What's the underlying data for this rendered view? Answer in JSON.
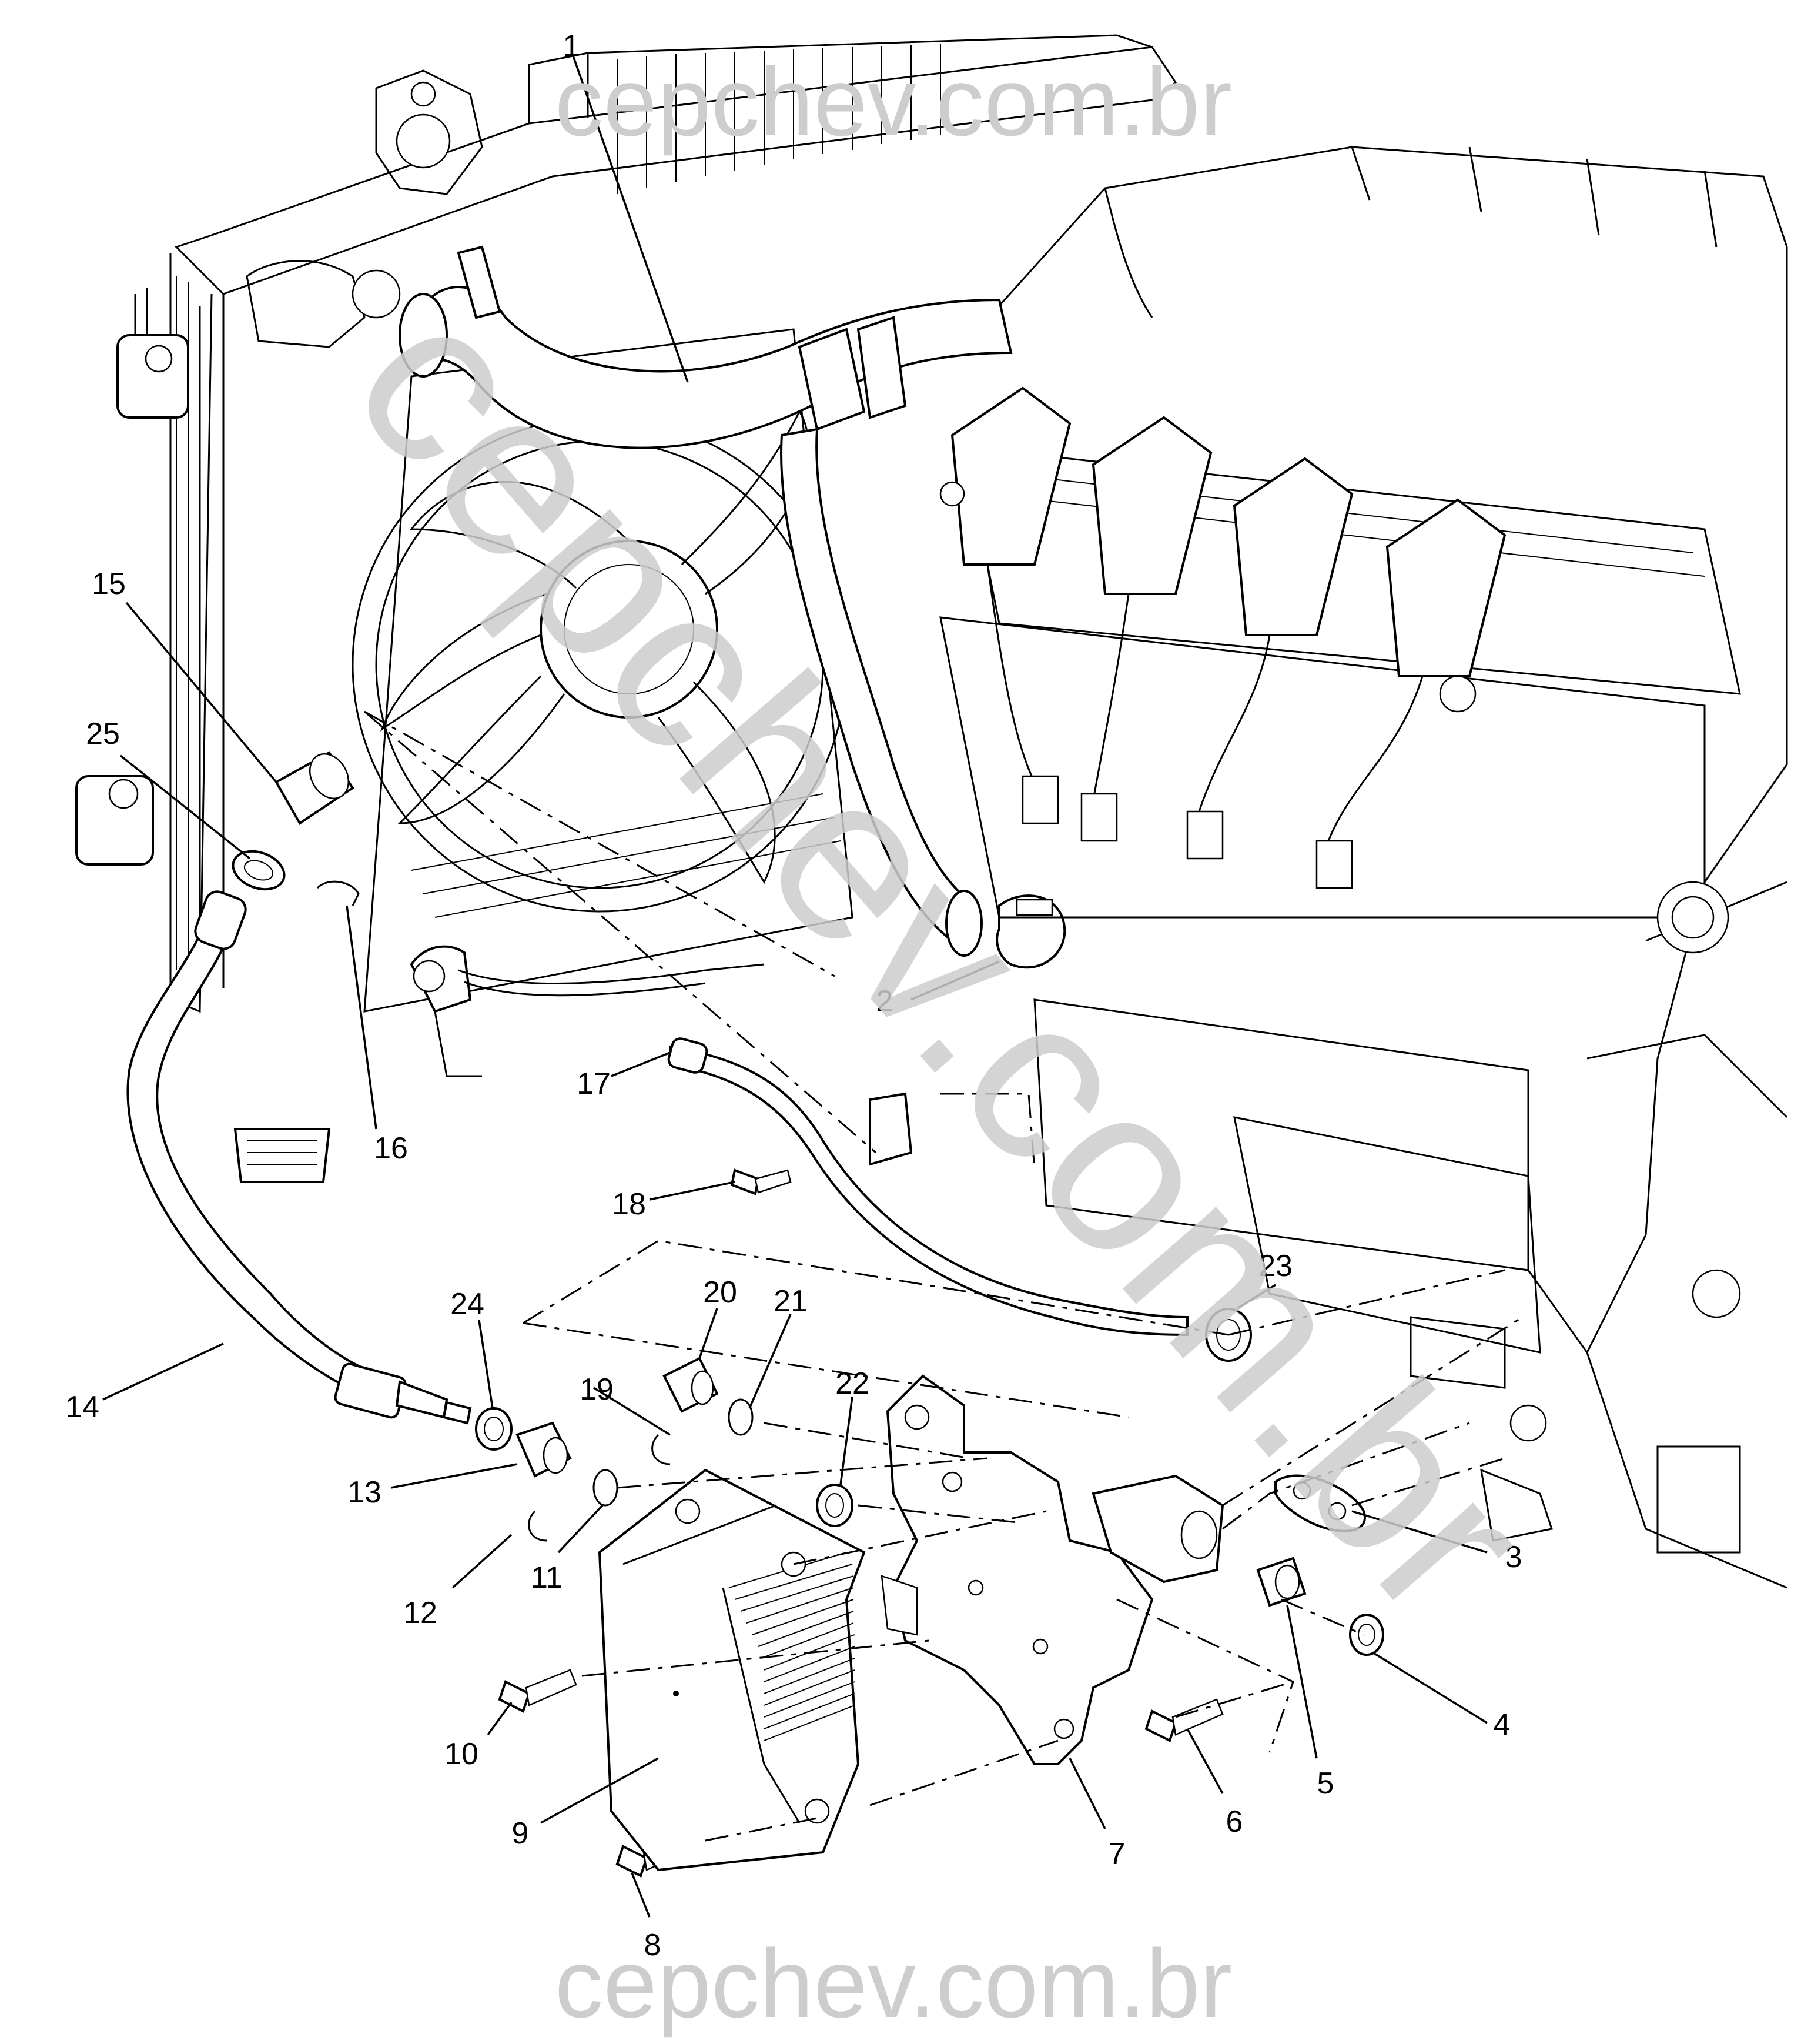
{
  "watermarks": {
    "top": "cepchev.com.br",
    "bottom": "cepchev.com.br",
    "diagonal": "cepchev.com.br"
  },
  "callouts": [
    {
      "id": "1",
      "label": "1"
    },
    {
      "id": "2",
      "label": "2"
    },
    {
      "id": "3",
      "label": "3"
    },
    {
      "id": "4",
      "label": "4"
    },
    {
      "id": "5",
      "label": "5"
    },
    {
      "id": "6",
      "label": "6"
    },
    {
      "id": "7",
      "label": "7"
    },
    {
      "id": "8",
      "label": "8"
    },
    {
      "id": "9",
      "label": "9"
    },
    {
      "id": "10",
      "label": "10"
    },
    {
      "id": "11",
      "label": "11"
    },
    {
      "id": "12",
      "label": "12"
    },
    {
      "id": "13",
      "label": "13"
    },
    {
      "id": "14",
      "label": "14"
    },
    {
      "id": "15",
      "label": "15"
    },
    {
      "id": "16",
      "label": "16"
    },
    {
      "id": "17",
      "label": "17"
    },
    {
      "id": "18",
      "label": "18"
    },
    {
      "id": "19",
      "label": "19"
    },
    {
      "id": "20",
      "label": "20"
    },
    {
      "id": "21",
      "label": "21"
    },
    {
      "id": "22",
      "label": "22"
    },
    {
      "id": "23",
      "label": "23"
    },
    {
      "id": "24",
      "label": "24"
    },
    {
      "id": "25",
      "label": "25"
    }
  ]
}
